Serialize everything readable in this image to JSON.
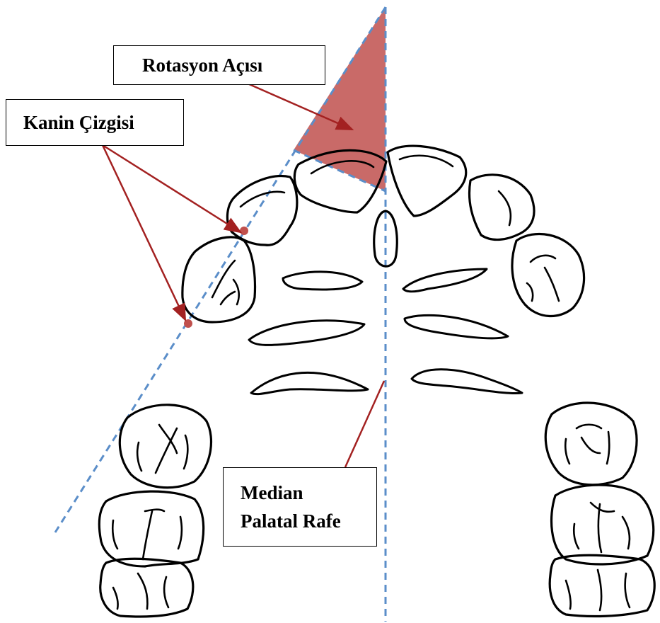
{
  "labels": {
    "rotation_angle": "Rotasyon Açısı",
    "canine_line": "Kanin Çizgisi",
    "median_raphe_line1": "Median",
    "median_raphe_line2": "Palatal Rafe"
  },
  "colors": {
    "angle_fill": "#c0504d",
    "guide_line": "#5b8ec9",
    "pointer": "#a32121",
    "outline": "#000000"
  }
}
